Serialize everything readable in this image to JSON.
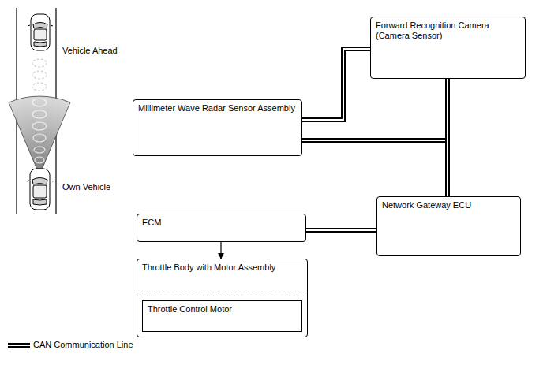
{
  "diagram": {
    "nodes": [
      {
        "text": [
          "Forward Recognition Camera (Camera Sensor)"
        ]
      },
      {
        "text": [
          "Millimeter Wave Radar Sensor Assembly"
        ]
      },
      {
        "text": [
          "Network Gateway ECU"
        ]
      },
      {
        "text": [
          "ECM"
        ]
      },
      {
        "text": [
          "Throttle Body with Motor Assembly"
        ]
      },
      {
        "text": [
          "Throttle Control Motor"
        ],
        "in": 4
      }
    ],
    "edges": [
      {
        "from": 1,
        "to": 0,
        "arrow": "none"
      },
      {
        "from": 1,
        "to": 2,
        "arrow": "none"
      },
      {
        "from": 0,
        "to": 2,
        "arrow": "none"
      },
      {
        "from": 3,
        "to": 2,
        "arrow": "none"
      },
      {
        "from": 3,
        "to": 4,
        "arrow": "to"
      }
    ],
    "labels": [
      "Vehicle Ahead",
      "Own Vehicle"
    ],
    "legend": [
      {
        "text": "CAN Communication Line"
      }
    ]
  }
}
